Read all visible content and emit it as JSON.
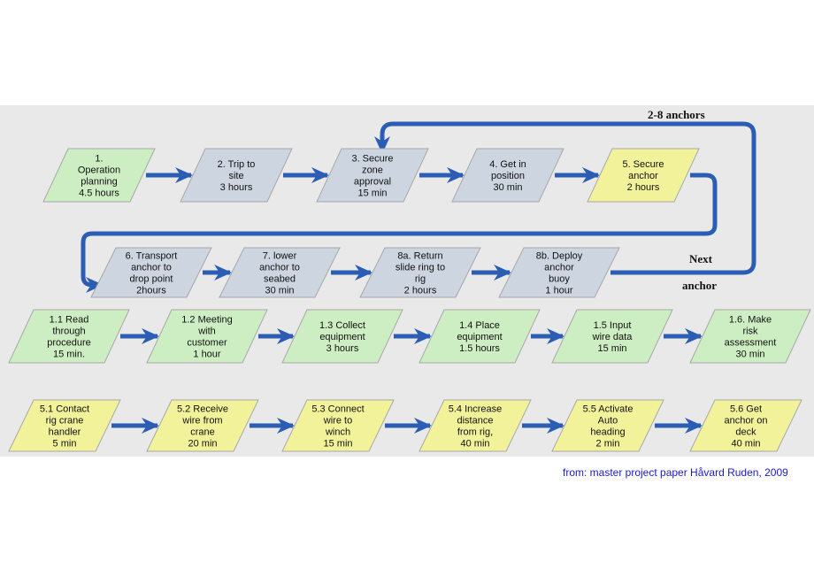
{
  "colors": {
    "green": "#cdeec3",
    "grey": "#ccd5e0",
    "yellow": "#f2f29a",
    "border": "#a8a8a8",
    "arrow": "#2c5db5",
    "panel": "#e9e9e9",
    "source_text": "#1a1acc"
  },
  "rows": [
    {
      "id": "main",
      "steps": [
        {
          "lines": [
            "1.",
            "Operation",
            "planning",
            "4.5 hours"
          ],
          "color": "green"
        },
        {
          "lines": [
            "2. Trip to",
            "site",
            "3 hours"
          ],
          "color": "grey"
        },
        {
          "lines": [
            "3. Secure",
            "zone",
            "approval",
            "15 min"
          ],
          "color": "grey"
        },
        {
          "lines": [
            "4. Get in",
            "position",
            "30 min"
          ],
          "color": "grey"
        },
        {
          "lines": [
            "5. Secure",
            "anchor",
            "2 hours"
          ],
          "color": "yellow"
        }
      ]
    },
    {
      "id": "anchor",
      "steps": [
        {
          "lines": [
            "6. Transport",
            "anchor to",
            "drop point",
            "2hours"
          ],
          "color": "grey"
        },
        {
          "lines": [
            "7. lower",
            "anchor to",
            "seabed",
            "30 min"
          ],
          "color": "grey"
        },
        {
          "lines": [
            "8a.  Return",
            "slide ring to",
            "rig",
            "2 hours"
          ],
          "color": "grey"
        },
        {
          "lines": [
            "8b. Deploy",
            "anchor",
            "buoy",
            "1 hour"
          ],
          "color": "grey"
        }
      ]
    },
    {
      "id": "sub1",
      "steps": [
        {
          "lines": [
            "1.1 Read",
            "through",
            "procedure",
            "15 min."
          ],
          "color": "green"
        },
        {
          "lines": [
            "1.2 Meeting",
            "with",
            "customer",
            "1 hour"
          ],
          "color": "green"
        },
        {
          "lines": [
            "1.3 Collect",
            "equipment",
            "3 hours"
          ],
          "color": "green"
        },
        {
          "lines": [
            "1.4 Place",
            "equipment",
            "1.5 hours"
          ],
          "color": "green"
        },
        {
          "lines": [
            "1.5 Input",
            "wire data",
            "15 min"
          ],
          "color": "green"
        },
        {
          "lines": [
            "1.6. Make",
            "risk",
            "assessment",
            "30 min"
          ],
          "color": "green"
        }
      ]
    },
    {
      "id": "sub5",
      "steps": [
        {
          "lines": [
            "5.1 Contact",
            "rig  crane",
            "handler",
            "5 min"
          ],
          "color": "yellow"
        },
        {
          "lines": [
            "5.2 Receive",
            "wire from",
            "crane",
            "20 min"
          ],
          "color": "yellow"
        },
        {
          "lines": [
            "5.3 Connect",
            "wire to",
            "winch",
            "15 min"
          ],
          "color": "yellow"
        },
        {
          "lines": [
            "5.4 Increase",
            "distance",
            "from rig,",
            "40 min"
          ],
          "color": "yellow"
        },
        {
          "lines": [
            "5.5 Activate",
            "Auto",
            "heading",
            "2 min"
          ],
          "color": "yellow"
        },
        {
          "lines": [
            "5.6 Get",
            "anchor on",
            "deck",
            "40 min"
          ],
          "color": "yellow"
        }
      ]
    }
  ],
  "loop_label": "2-8 anchors",
  "next_label_line1": "Next",
  "next_label_line2": "anchor",
  "source": "from: master project paper Håvard Ruden, 2009"
}
